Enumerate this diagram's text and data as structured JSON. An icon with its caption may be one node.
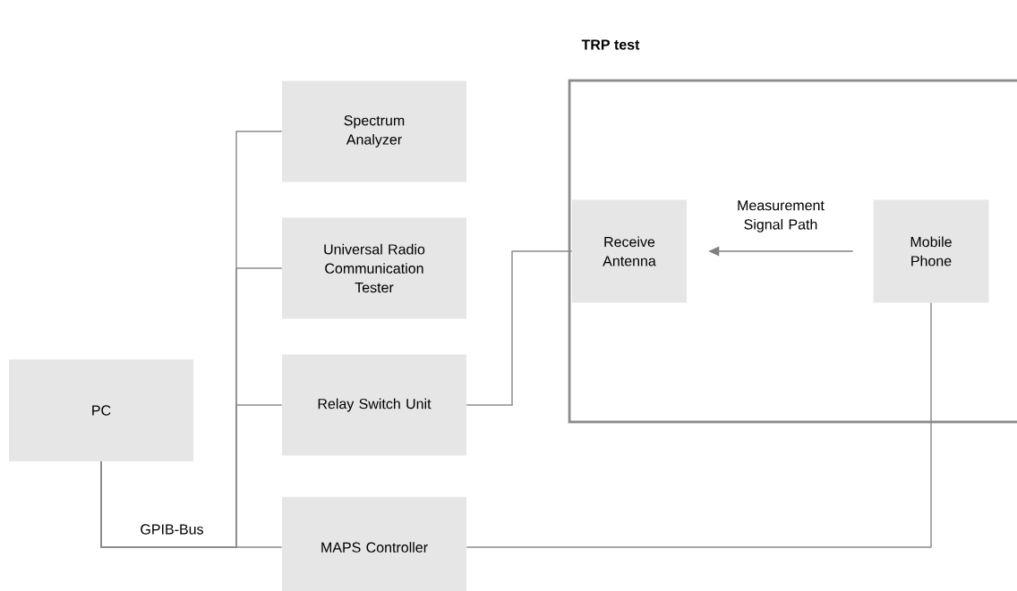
{
  "diagram": {
    "title": "TRP test",
    "nodes": [
      {
        "text": [
          "Spectrum Analyzer"
        ]
      },
      {
        "text": [
          "Universal Radio Communication Tester"
        ]
      },
      {
        "text": [
          "Relay Switch Unit"
        ]
      },
      {
        "text": [],
        "shape": "box"
      },
      {
        "text": [
          "Receive Antenna"
        ],
        "in": 3
      },
      {
        "text": [
          "Mobile Phone"
        ],
        "in": 3
      },
      {
        "text": [
          "PC"
        ]
      },
      {
        "text": [
          "MAPS Controller"
        ]
      }
    ],
    "edges": [
      {
        "from": 6,
        "to": 0,
        "arrow": "none"
      },
      {
        "from": 6,
        "to": 1,
        "arrow": "none"
      },
      {
        "from": 6,
        "to": 2,
        "arrow": "none"
      },
      {
        "from": 6,
        "to": 7,
        "arrow": "none",
        "label": "GPIB-Bus"
      },
      {
        "from": 2,
        "to": 4,
        "arrow": "none"
      },
      {
        "from": 5,
        "to": 4,
        "arrow": "to",
        "label": "Measurement Signal Path"
      },
      {
        "from": 7,
        "to": 5,
        "arrow": "none"
      }
    ]
  }
}
